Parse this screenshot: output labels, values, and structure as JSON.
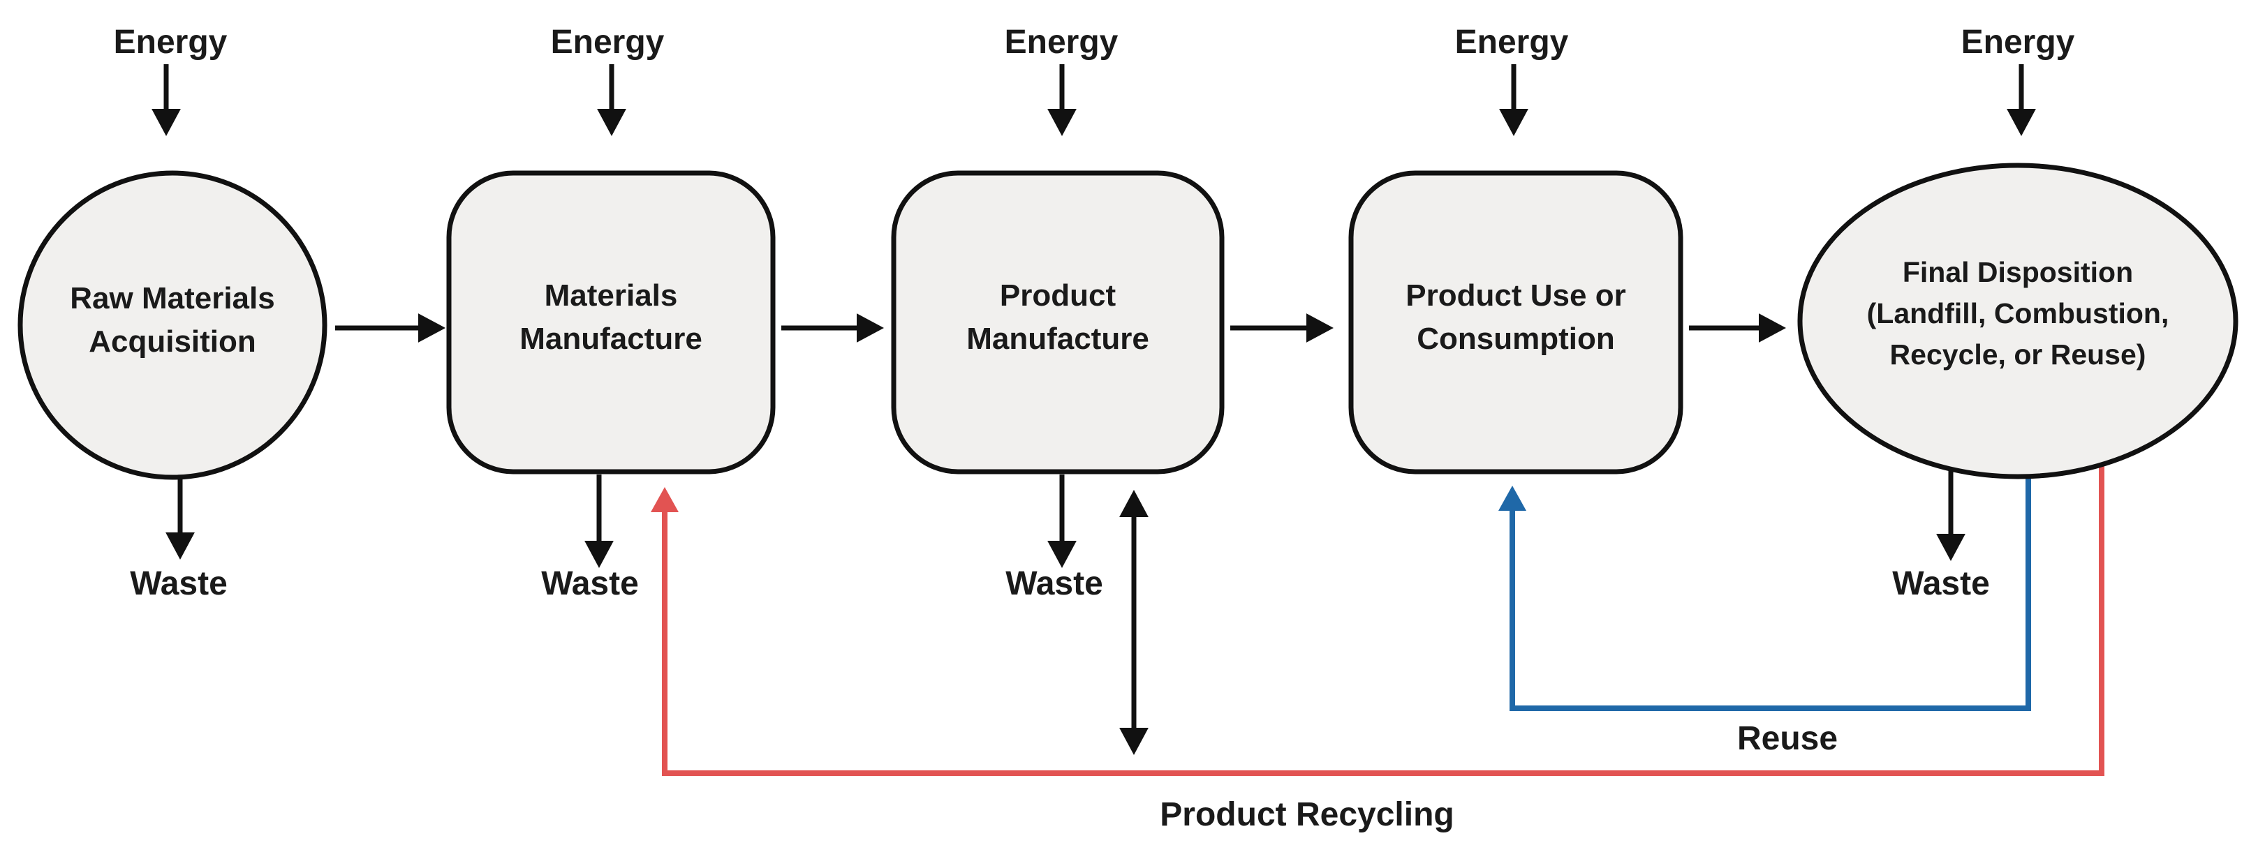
{
  "diagram": {
    "type": "flowchart",
    "subject": "product-life-cycle",
    "energy_label": "Energy",
    "waste_label": "Waste",
    "nodes": [
      {
        "id": "raw-materials-acquisition",
        "shape": "circle",
        "label_lines": [
          "Raw Materials",
          "Acquisition"
        ]
      },
      {
        "id": "materials-manufacture",
        "shape": "rounded-rect",
        "label_lines": [
          "Materials",
          "Manufacture"
        ]
      },
      {
        "id": "product-manufacture",
        "shape": "rounded-rect",
        "label_lines": [
          "Product",
          "Manufacture"
        ]
      },
      {
        "id": "product-use-or-consumption",
        "shape": "rounded-rect",
        "label_lines": [
          "Product Use or",
          "Consumption"
        ]
      },
      {
        "id": "final-disposition",
        "shape": "ellipse",
        "label_lines": [
          "Final Disposition",
          "(Landfill, Combustion,",
          "Recycle, or Reuse)"
        ]
      }
    ],
    "flows": {
      "forward": [
        "raw-materials-acquisition → materials-manufacture",
        "materials-manufacture → product-manufacture",
        "product-manufacture → product-use-or-consumption",
        "product-use-or-consumption → final-disposition"
      ],
      "recycling_label": "Product Recycling",
      "reuse_label": "Reuse"
    }
  },
  "colors": {
    "outline": "#111111",
    "node_fill": "#f1f0ee",
    "recycle_red": "#e25352",
    "reuse_blue": "#1f68a8"
  }
}
